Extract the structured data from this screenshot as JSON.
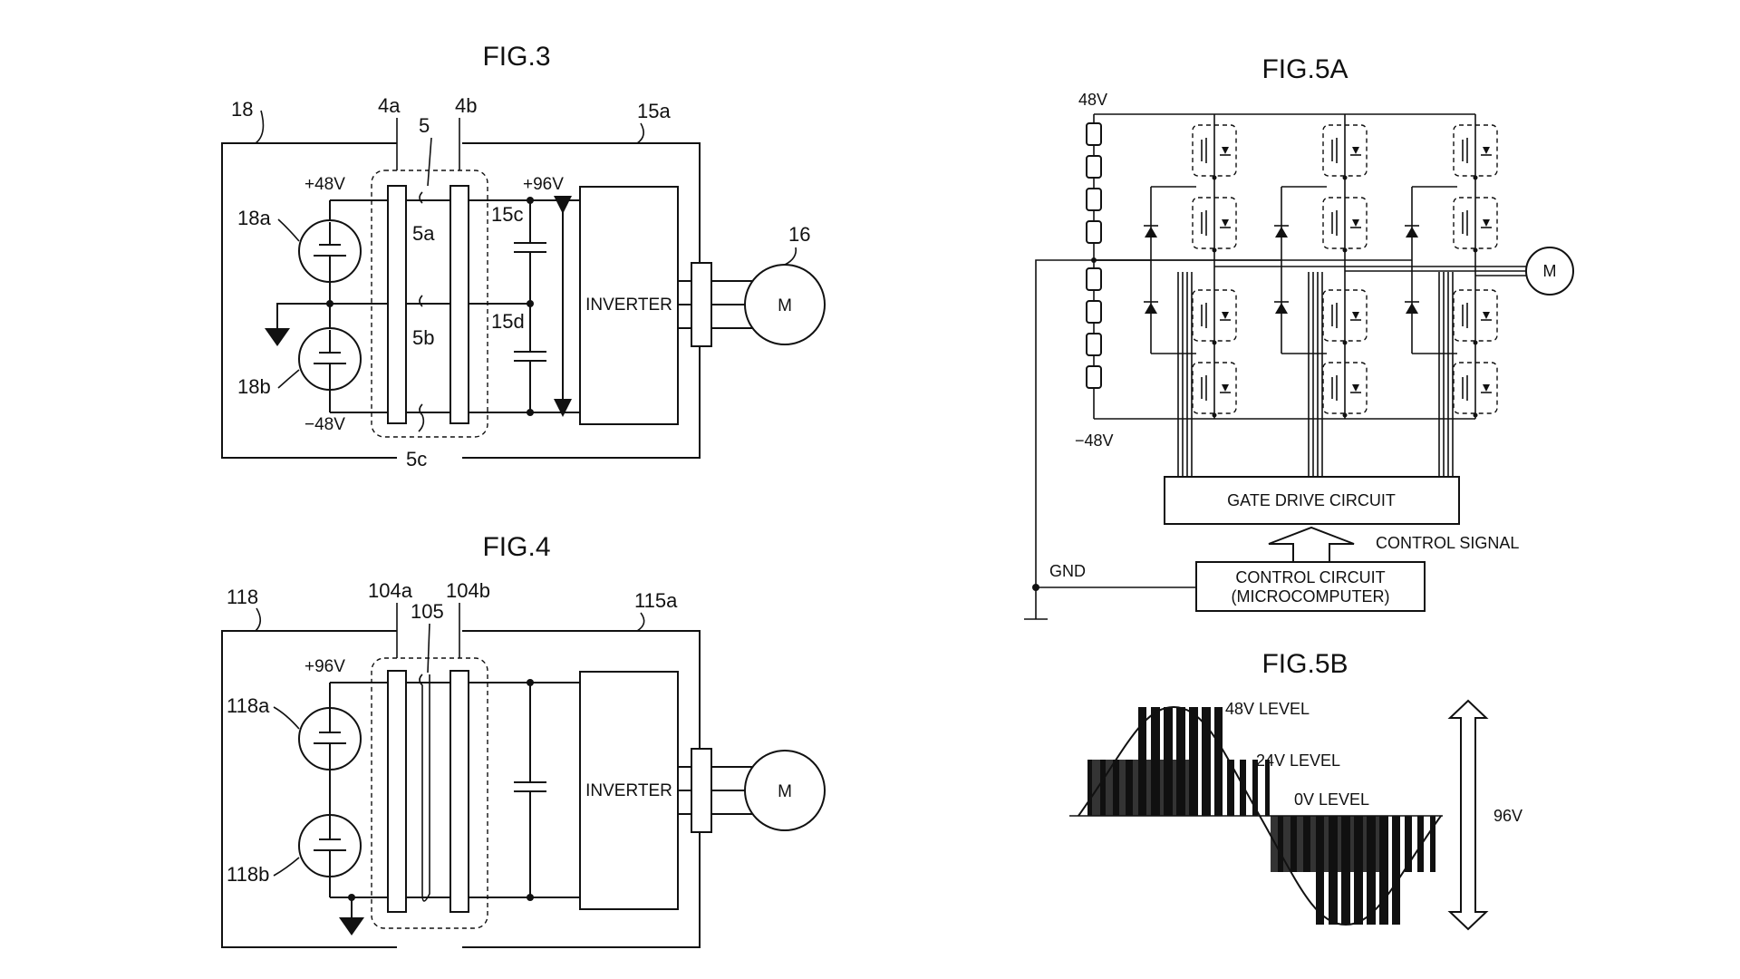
{
  "fig3": {
    "title": "FIG.3",
    "refs": {
      "r18": "18",
      "r4a": "4a",
      "r5": "5",
      "r4b": "4b",
      "r15a": "15a",
      "r18a": "18a",
      "r18b": "18b",
      "r5a": "5a",
      "r5b": "5b",
      "r5c": "5c",
      "r15c": "15c",
      "r15d": "15d",
      "r16": "16"
    },
    "plus48": "+48V",
    "minus48": "−48V",
    "plus96": "+96V",
    "inverter": "INVERTER",
    "motor": "M"
  },
  "fig4": {
    "title": "FIG.4",
    "refs": {
      "r118": "118",
      "r104a": "104a",
      "r105": "105",
      "r104b": "104b",
      "r115a": "115a",
      "r118a": "118a",
      "r118b": "118b"
    },
    "plus96": "+96V",
    "inverter": "INVERTER",
    "motor": "M"
  },
  "fig5a": {
    "title": "FIG.5A",
    "v48": "48V",
    "vm48": "−48V",
    "gnd": "GND",
    "gate_drive": "GATE DRIVE CIRCUIT",
    "control_signal": "CONTROL SIGNAL",
    "control_line1": "CONTROL CIRCUIT",
    "control_line2": "(MICROCOMPUTER)",
    "motor": "M"
  },
  "fig5b": {
    "title": "FIG.5B",
    "level48": "48V LEVEL",
    "level24": "24V LEVEL",
    "level0": "0V LEVEL",
    "span": "96V"
  }
}
